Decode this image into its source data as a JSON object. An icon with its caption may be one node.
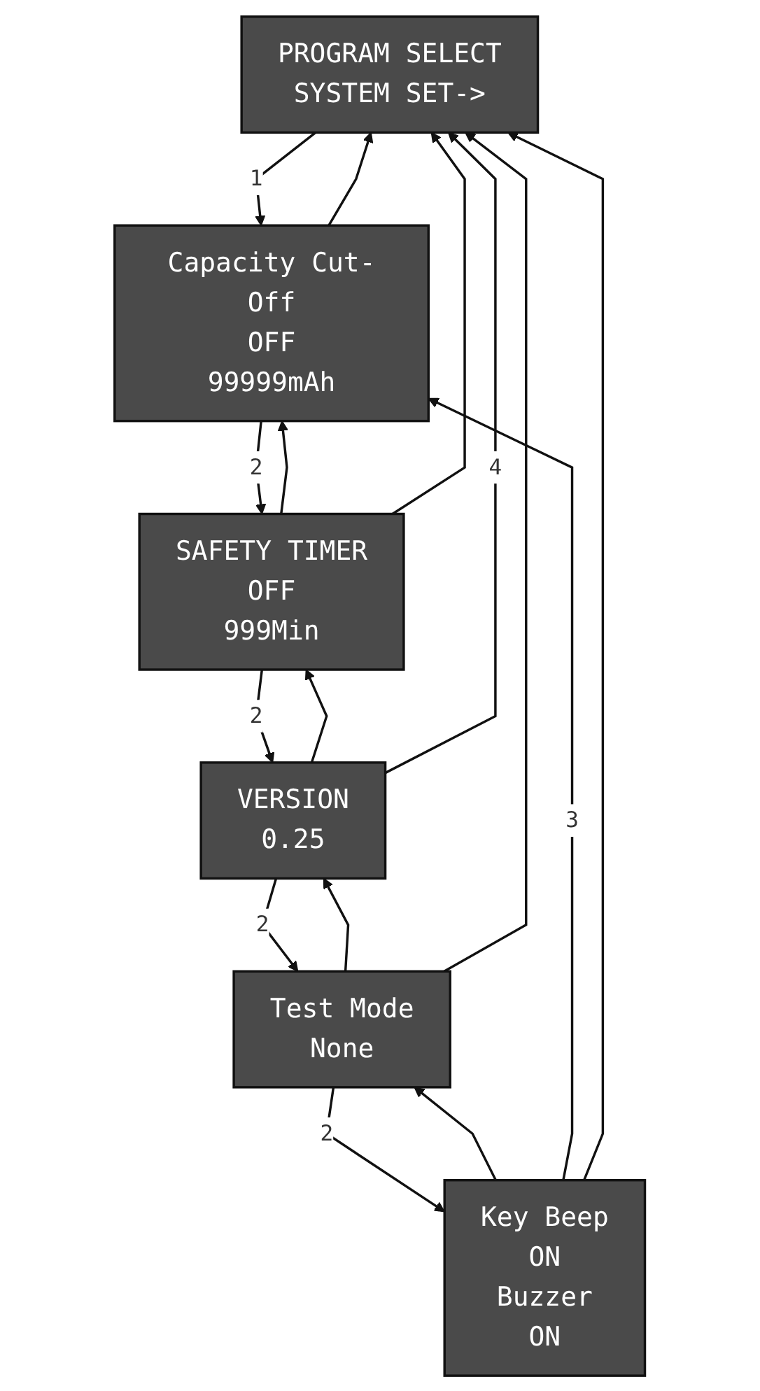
{
  "diagram": {
    "nodes": [
      {
        "text": [
          "PROGRAM SELECT",
          "SYSTEM SET->"
        ]
      },
      {
        "text": [
          "Capacity Cut-Off",
          "OFF",
          "99999mAh"
        ]
      },
      {
        "text": [
          "SAFETY TIMER",
          "OFF",
          "999Min"
        ]
      },
      {
        "text": [
          "VERSION",
          "0.25"
        ]
      },
      {
        "text": [
          "Test Mode",
          "None"
        ]
      },
      {
        "text": [
          "Key Beep",
          "ON",
          "Buzzer",
          "ON"
        ]
      }
    ],
    "edges": [
      {
        "from": 0,
        "to": 1,
        "arrow": "to",
        "label": "1"
      },
      {
        "from": 1,
        "to": 2,
        "arrow": "to",
        "label": "2"
      },
      {
        "from": 2,
        "to": 1,
        "arrow": "to"
      },
      {
        "from": 2,
        "to": 3,
        "arrow": "to",
        "label": "2"
      },
      {
        "from": 3,
        "to": 2,
        "arrow": "to"
      },
      {
        "from": 3,
        "to": 4,
        "arrow": "to",
        "label": "2"
      },
      {
        "from": 4,
        "to": 3,
        "arrow": "to"
      },
      {
        "from": 4,
        "to": 5,
        "arrow": "to",
        "label": "2"
      },
      {
        "from": 5,
        "to": 4,
        "arrow": "to"
      },
      {
        "from": 5,
        "to": 1,
        "arrow": "to",
        "label": "3"
      },
      {
        "from": 1,
        "to": 0,
        "arrow": "to"
      },
      {
        "from": 2,
        "to": 0,
        "arrow": "to"
      },
      {
        "from": 3,
        "to": 0,
        "arrow": "to",
        "label": "4"
      },
      {
        "from": 4,
        "to": 0,
        "arrow": "to"
      },
      {
        "from": 5,
        "to": 0,
        "arrow": "to"
      }
    ]
  }
}
